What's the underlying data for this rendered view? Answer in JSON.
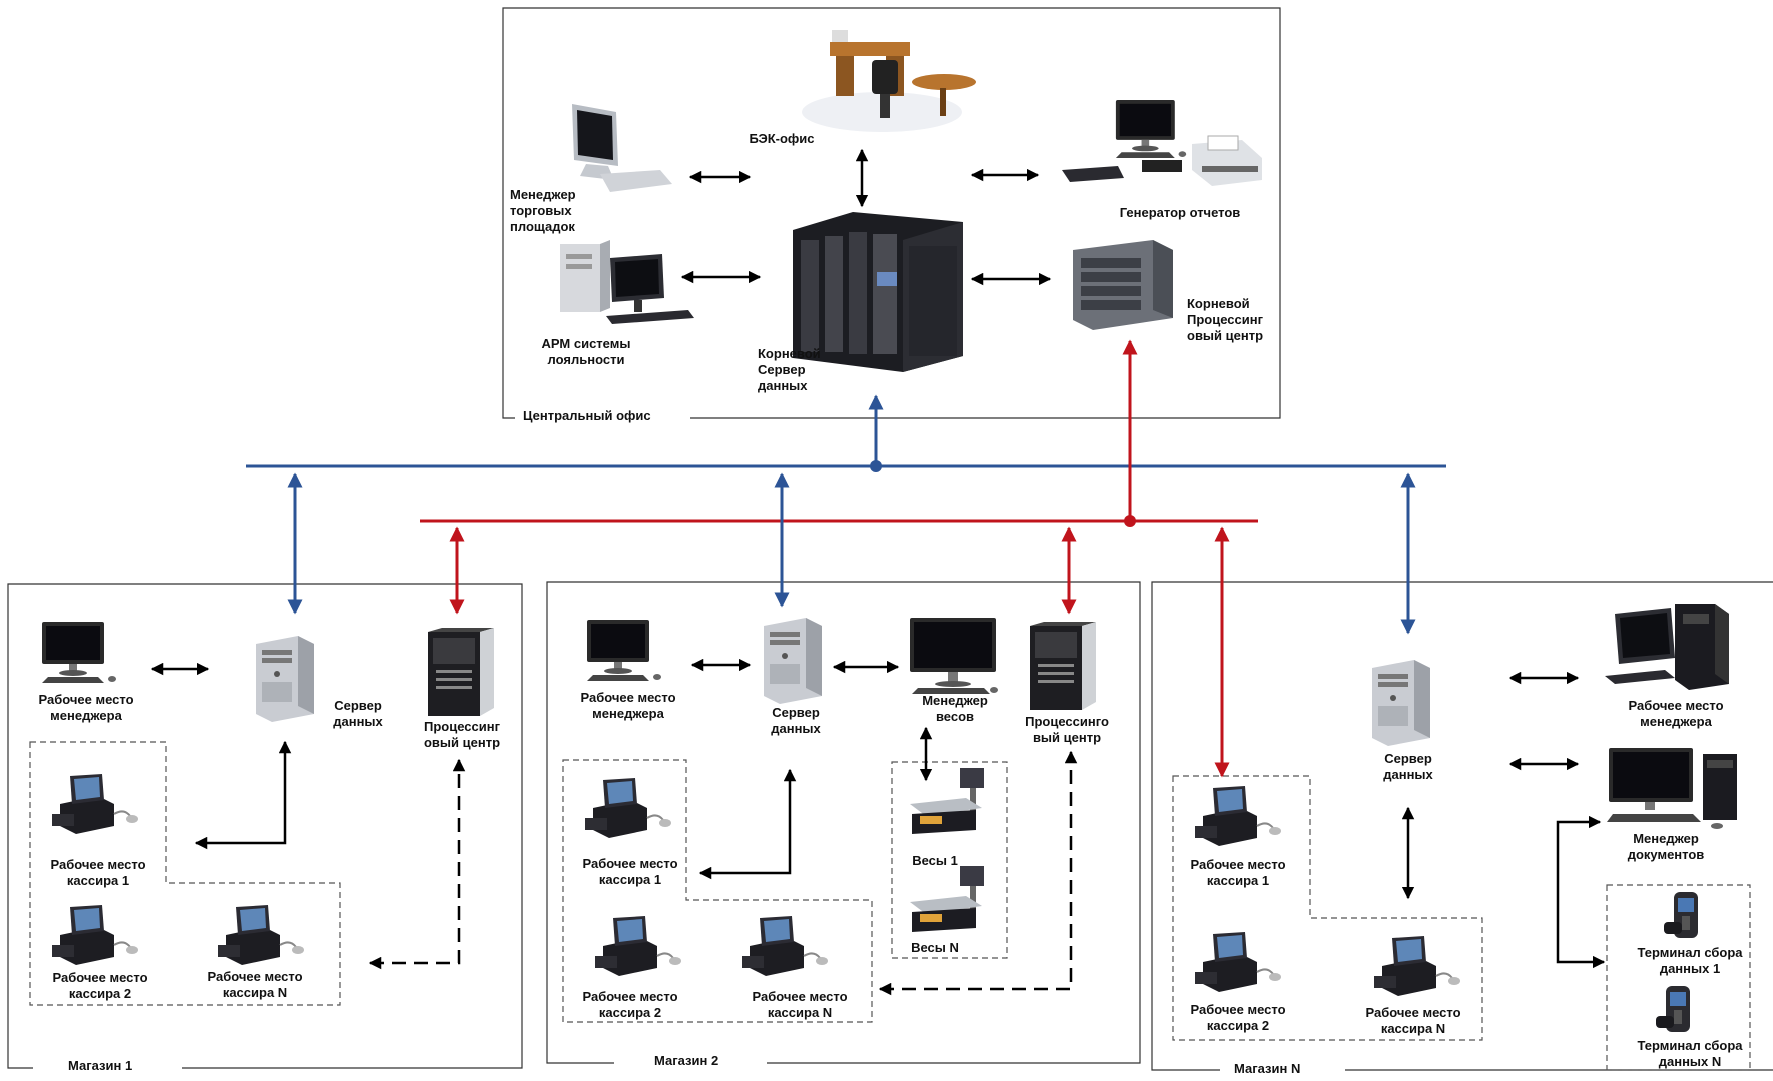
{
  "central_office": {
    "title": "Центральный офис",
    "back_office": "БЭК-офис",
    "trade_manager": [
      "Менеджер",
      "торговых",
      "площадок"
    ],
    "report_generator": "Генератор отчетов",
    "loyalty_arm": [
      "АРМ системы",
      "лояльности"
    ],
    "root_data_server": [
      "Корневой",
      "Сервер",
      "данных"
    ],
    "root_processing_center": [
      "Корневой",
      "Процессинг",
      "овый центр"
    ]
  },
  "store1": {
    "title": "Магазин 1",
    "manager_workplace": [
      "Рабочее место",
      "менеджера"
    ],
    "data_server": [
      "Сервер",
      "данных"
    ],
    "processing_center": [
      "Процессинг",
      "овый центр"
    ],
    "cashier1": [
      "Рабочее место",
      "кассира 1"
    ],
    "cashier2": [
      "Рабочее место",
      "кассира 2"
    ],
    "cashierN": [
      "Рабочее место",
      "кассира N"
    ]
  },
  "store2": {
    "title": "Магазин 2",
    "manager_workplace": [
      "Рабочее место",
      "менеджера"
    ],
    "data_server": [
      "Сервер",
      "данных"
    ],
    "scales_manager": [
      "Менеджер",
      "весов"
    ],
    "processing_center": [
      "Процессинго",
      "вый центр"
    ],
    "cashier1": [
      "Рабочее место",
      "кассира 1"
    ],
    "cashier2": [
      "Рабочее место",
      "кассира 2"
    ],
    "cashierN": [
      "Рабочее место",
      "кассира N"
    ],
    "scales1": "Весы 1",
    "scalesN": "Весы N"
  },
  "storeN": {
    "title": "Магазин N",
    "data_server": [
      "Сервер",
      "данных"
    ],
    "manager_workplace": [
      "Рабочее место",
      "менеджера"
    ],
    "documents_manager": [
      "Менеджер",
      "документов"
    ],
    "cashier1": [
      "Рабочее место",
      "кассира 1"
    ],
    "cashier2": [
      "Рабочее место",
      "кассира 2"
    ],
    "cashierN": [
      "Рабочее место",
      "кассира N"
    ],
    "terminal1": [
      "Терминал сбора",
      "данных 1"
    ],
    "terminalN": [
      "Терминал сбора",
      "данных N"
    ]
  },
  "colors": {
    "data_bus": "#2c5496",
    "processing_bus": "#c0141c",
    "frame": "#333333",
    "arrow": "#000000"
  }
}
